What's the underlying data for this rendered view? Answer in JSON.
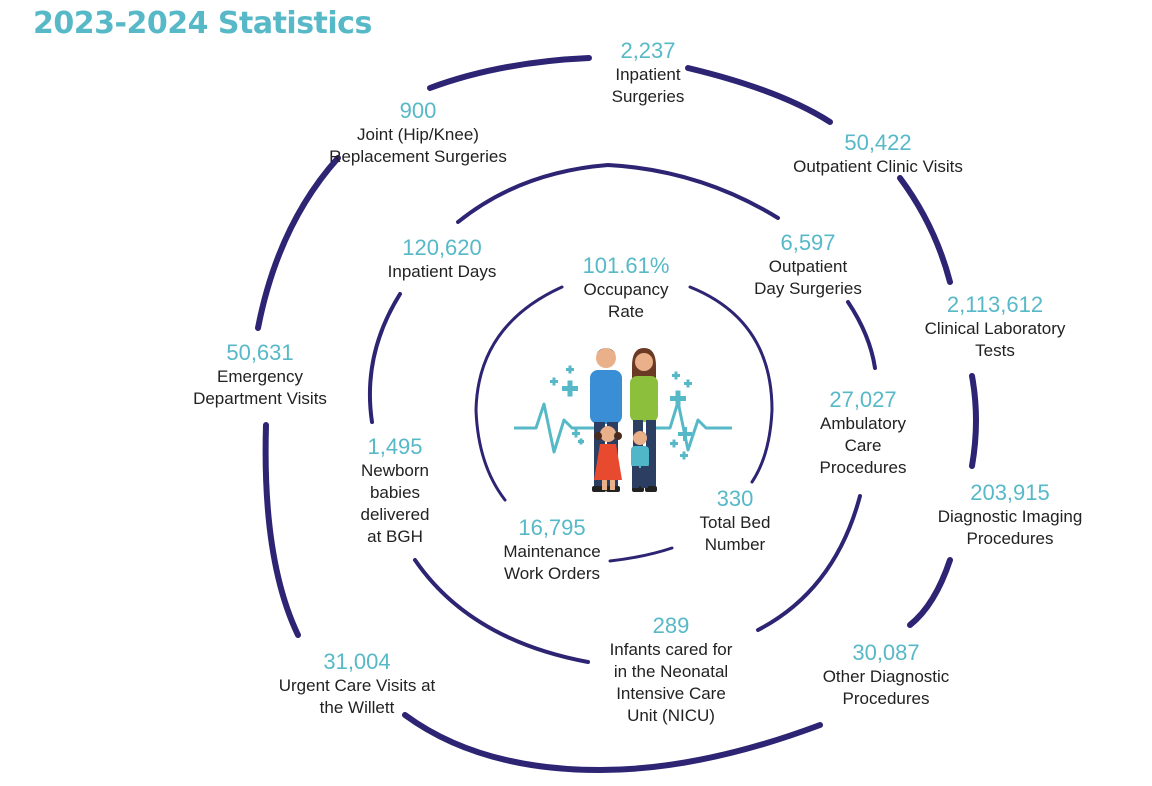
{
  "title": "2023-2024 Statistics",
  "colors": {
    "ring": "#2d2473",
    "accent": "#57b9c7",
    "text": "#222222"
  },
  "center_icon": "family-health-icon",
  "stats": [
    {
      "id": "inpatient-surgeries",
      "value": "2,237",
      "label": [
        "Inpatient",
        "Surgeries"
      ]
    },
    {
      "id": "joint-replacement-surgeries",
      "value": "900",
      "label": [
        "Joint (Hip/Knee)",
        "Replacement Surgeries"
      ]
    },
    {
      "id": "outpatient-clinic-visits",
      "value": "50,422",
      "label": [
        "Outpatient Clinic Visits"
      ]
    },
    {
      "id": "inpatient-days",
      "value": "120,620",
      "label": [
        "Inpatient Days"
      ]
    },
    {
      "id": "outpatient-day-surgeries",
      "value": "6,597",
      "label": [
        "Outpatient",
        "Day Surgeries"
      ]
    },
    {
      "id": "occupancy-rate",
      "value": "101.61%",
      "label": [
        "Occupancy",
        "Rate"
      ]
    },
    {
      "id": "clinical-laboratory-tests",
      "value": "2,113,612",
      "label": [
        "Clinical Laboratory",
        "Tests"
      ]
    },
    {
      "id": "emergency-department-visits",
      "value": "50,631",
      "label": [
        "Emergency",
        "Department Visits"
      ]
    },
    {
      "id": "ambulatory-care-procedures",
      "value": "27,027",
      "label": [
        "Ambulatory",
        "Care",
        "Procedures"
      ]
    },
    {
      "id": "newborn-babies-delivered",
      "value": "1,495",
      "label": [
        "Newborn",
        "babies",
        "delivered",
        "at BGH"
      ]
    },
    {
      "id": "total-bed-number",
      "value": "330",
      "label": [
        "Total Bed",
        "Number"
      ]
    },
    {
      "id": "diagnostic-imaging-procedures",
      "value": "203,915",
      "label": [
        "Diagnostic Imaging",
        "Procedures"
      ]
    },
    {
      "id": "maintenance-work-orders",
      "value": "16,795",
      "label": [
        "Maintenance",
        "Work Orders"
      ]
    },
    {
      "id": "nicu-infants",
      "value": "289",
      "label": [
        "Infants cared for",
        "in the Neonatal",
        "Intensive Care",
        "Unit (NICU)"
      ]
    },
    {
      "id": "other-diagnostic-procedures",
      "value": "30,087",
      "label": [
        "Other Diagnostic",
        "Procedures"
      ]
    },
    {
      "id": "urgent-care-visits",
      "value": "31,004",
      "label": [
        "Urgent Care Visits at",
        "the Willett"
      ]
    }
  ]
}
